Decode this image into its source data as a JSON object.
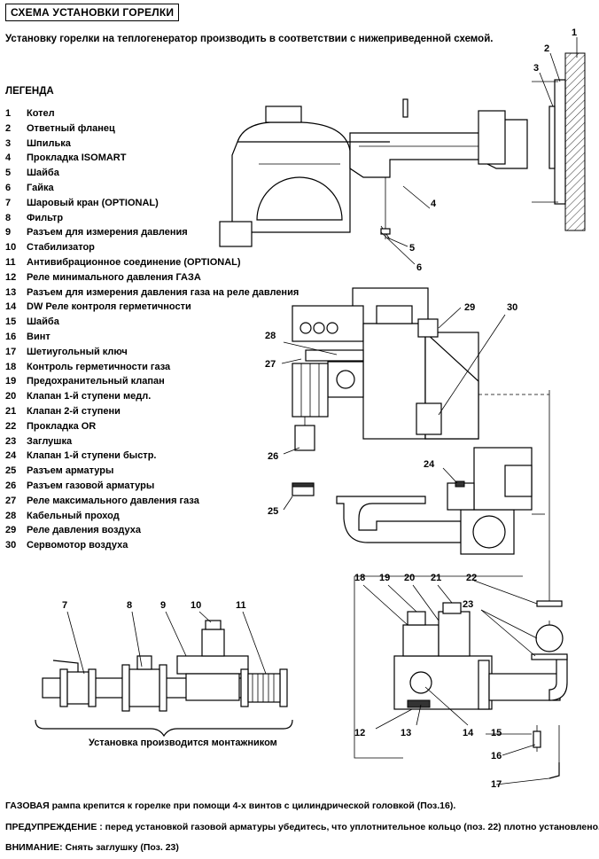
{
  "title": "СХЕМА УСТАНОВКИ ГОРЕЛКИ",
  "intro": "Установку горелки на теплогенератор производить в соответствии с нижеприведенной схемой.",
  "legend_title": "ЛЕГЕНДА",
  "legend": [
    {
      "num": "1",
      "text": "Котел"
    },
    {
      "num": "2",
      "text": "Ответный фланец"
    },
    {
      "num": "3",
      "text": "Шпилька"
    },
    {
      "num": "4",
      "text": "Прокладка ISOMART"
    },
    {
      "num": "5",
      "text": "Шайба"
    },
    {
      "num": "6",
      "text": "Гайка"
    },
    {
      "num": "7",
      "text": "Шаровый кран (OPTIONAL)"
    },
    {
      "num": "8",
      "text": "Фильтр"
    },
    {
      "num": "9",
      "text": "Разъем для измерения давления"
    },
    {
      "num": "10",
      "text": "Стабилизатор"
    },
    {
      "num": "11",
      "text": "Антивибрационное соединение (OPTIONAL)"
    },
    {
      "num": "12",
      "text": "Реле минимального давления ГАЗА"
    },
    {
      "num": "13",
      "text": "Разъем для измерения давления газа на реле давления"
    },
    {
      "num": "14",
      "text": "DW Реле контроля герметичности"
    },
    {
      "num": "15",
      "text": "Шайба"
    },
    {
      "num": "16",
      "text": "Винт"
    },
    {
      "num": "17",
      "text": "Шетиугольный ключ"
    },
    {
      "num": "18",
      "text": "Контроль герметичности газа"
    },
    {
      "num": "19",
      "text": "Предохранительный клапан"
    },
    {
      "num": "20",
      "text": "Клапан 1-й ступени медл."
    },
    {
      "num": "21",
      "text": "Клапан 2-й ступени"
    },
    {
      "num": "22",
      "text": "Прокладка OR"
    },
    {
      "num": "23",
      "text": "Заглушка"
    },
    {
      "num": "24",
      "text": "Клапан 1-й ступени быстр."
    },
    {
      "num": "25",
      "text": "Разъем арматуры"
    },
    {
      "num": "26",
      "text": "Разъем газовой арматуры"
    },
    {
      "num": "27",
      "text": "Реле максимального давления газа"
    },
    {
      "num": "28",
      "text": "Кабельный проход"
    },
    {
      "num": "29",
      "text": "Реле давления воздуха"
    },
    {
      "num": "30",
      "text": "Сервомотор воздуха"
    }
  ],
  "callouts": {
    "c1": "1",
    "c2": "2",
    "c3": "3",
    "c4": "4",
    "c5": "5",
    "c6": "6",
    "c7": "7",
    "c8": "8",
    "c9": "9",
    "c10": "10",
    "c11": "11",
    "c12": "12",
    "c13": "13",
    "c14": "14",
    "c15": "15",
    "c16": "16",
    "c17": "17",
    "c18": "18",
    "c19": "19",
    "c20": "20",
    "c21": "21",
    "c22": "22",
    "c23": "23",
    "c24": "24",
    "c25": "25",
    "c26": "26",
    "c27": "27",
    "c28": "28",
    "c29": "29",
    "c30": "30"
  },
  "montage_note": "Установка производится монтажником",
  "notes": {
    "mount": "ГАЗОВАЯ рампа крепится к горелке при помощи 4-х винтов с цилиндрической головкой (Поз.16).",
    "warning": "ПРЕДУПРЕЖДЕНИЕ : перед установкой газовой арматуры убедитесь, что уплотнительное кольцо (поз. 22) плотно установлено.",
    "attention": "ВНИМАНИЕ: Снять заглушку (Поз. 23)"
  }
}
